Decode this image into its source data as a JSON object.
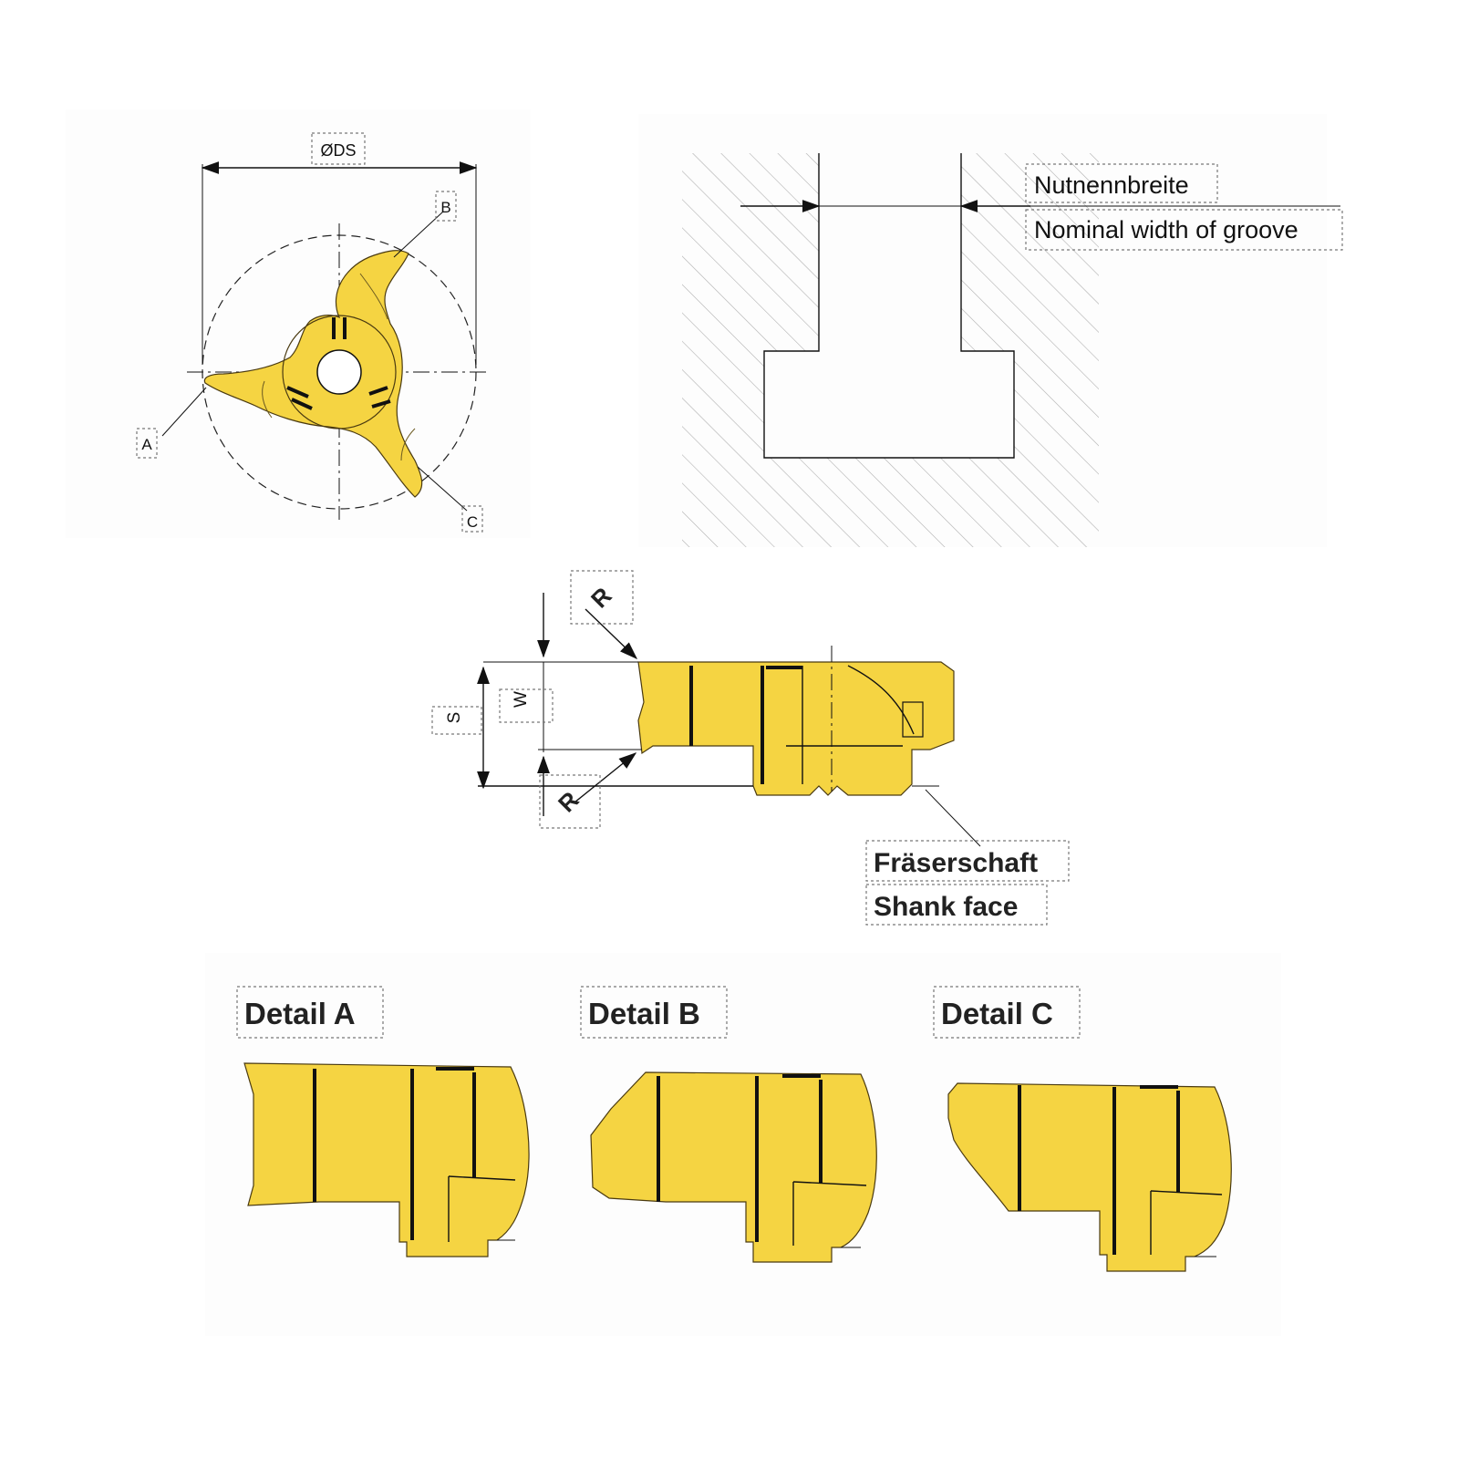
{
  "top_left_view": {
    "diameter_label": "ØDS",
    "label_a": "A",
    "label_b": "B",
    "label_c": "C"
  },
  "groove_view": {
    "label_de": "Nutnennbreite",
    "label_en": "Nominal width of groove"
  },
  "side_view": {
    "radius_label_top": "R",
    "radius_label_bottom": "R",
    "width_label": "W",
    "thickness_label": "S",
    "shank_de": "Fräserschaft",
    "shank_en": "Shank face"
  },
  "details": {
    "a": "Detail A",
    "b": "Detail B",
    "c": "Detail C"
  },
  "colors": {
    "insert": "#f5d442",
    "outline": "#111111"
  }
}
